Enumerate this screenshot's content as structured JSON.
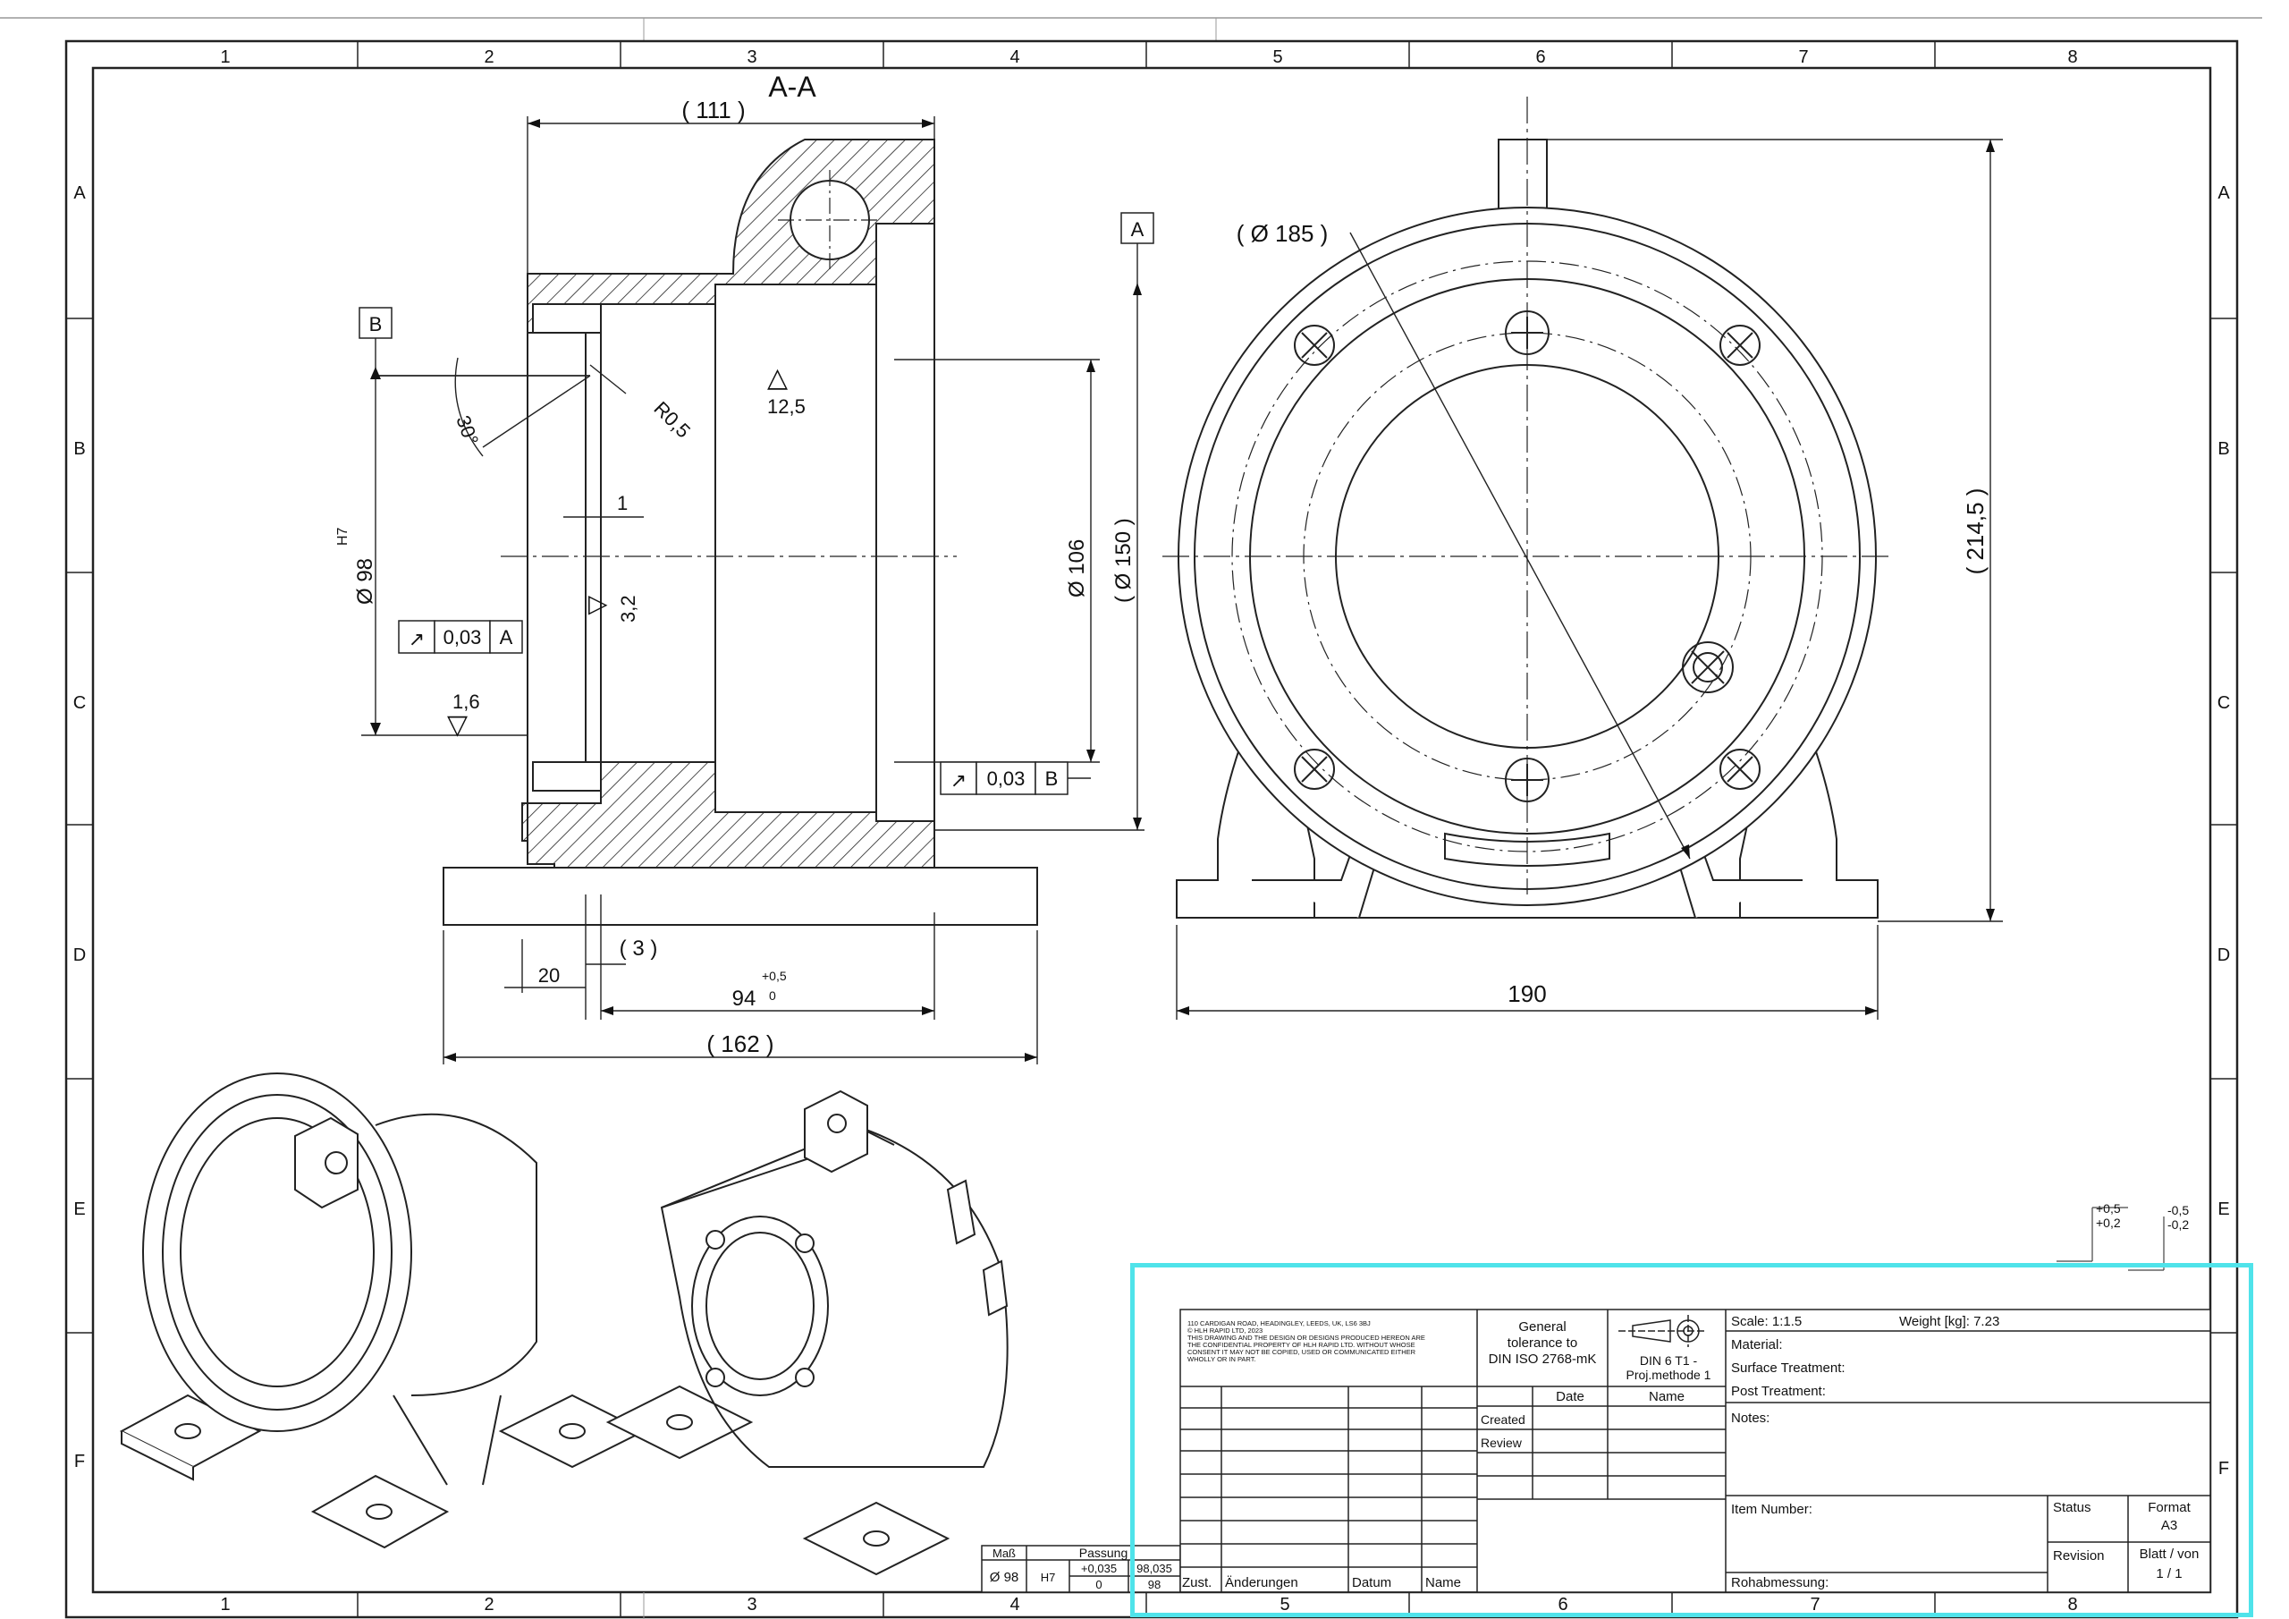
{
  "frame": {
    "columns_top": [
      "1",
      "2",
      "3",
      "4",
      "5",
      "6",
      "7",
      "8"
    ],
    "columns_bottom": [
      "1",
      "2",
      "3",
      "4",
      "5",
      "6",
      "7",
      "8"
    ],
    "rows": [
      "A",
      "B",
      "C",
      "D",
      "E",
      "F"
    ]
  },
  "section_view": {
    "label": "A-A",
    "dims": {
      "len_111": "( 111 )",
      "r05": "R0,5",
      "angle30": "30°",
      "rough125": "12,5",
      "dim1": "1",
      "rough32": "3,2",
      "rough16": "1,6",
      "dia98": "Ø 98",
      "fit_h7": "H7",
      "dia106": "Ø 106",
      "dia150": "( Ø 150 )",
      "dim20": "20",
      "dim3": "( 3 )",
      "dim94": "94",
      "tol_plus": "+0,5",
      "tol_zero": "0",
      "dim162": "( 162 )"
    },
    "datum_a": "A",
    "datum_b": "B",
    "runout_a": {
      "value": "0,03",
      "datum": "A"
    },
    "runout_b": {
      "value": "0,03",
      "datum": "B"
    }
  },
  "front_view": {
    "dia185": "( Ø 185 )",
    "height": "( 214,5 )",
    "width": "190"
  },
  "fit_table": {
    "h1": "Maß",
    "h2": "Passung",
    "dia": "Ø 98",
    "fit": "H7",
    "upper": "+0,035",
    "lower": "0",
    "max": "98,035",
    "min": "98"
  },
  "tolerance_marks": {
    "left_plus": "+0,5",
    "left_plus2": "+0,2",
    "right_minus": "-0,5",
    "right_minus2": "-0,2"
  },
  "title_block": {
    "copyright_lines": [
      "110 CARDIGAN ROAD, HEADINGLEY, LEEDS, UK, LS6 3BJ",
      "© HLH RAPID LTD, 2023",
      "THIS DRAWING AND THE DESIGN OR DESIGNS PRODUCED HEREON ARE",
      "THE CONFIDENTIAL PROPERTY OF HLH RAPID LTD. WITHOUT WHOSE",
      "CONSENT IT MAY NOT BE COPIED, USED OR COMMUNICATED EITHER",
      "WHOLLY OR IN PART."
    ],
    "general_tol": [
      "General",
      "tolerance to",
      "DIN ISO 2768-mK"
    ],
    "proj": [
      "DIN 6  T1 -",
      "Proj.methode 1"
    ],
    "scale": "Scale: 1:1.5",
    "weight": "Weight [kg]: 7.23",
    "material": "Material:",
    "surface": "Surface Treatment:",
    "post": "Post Treatment:",
    "notes": "Notes:",
    "date": "Date",
    "name": "Name",
    "created": "Created",
    "review": "Review",
    "item": "Item Number:",
    "status": "Status",
    "format": "Format",
    "format_val": "A3",
    "revision": "Revision",
    "sheet": "Blatt / von",
    "sheet_val": "1  /  1",
    "rohabmessung": "Rohabmessung:",
    "zust": "Zust.",
    "aenderungen": "Änderungen",
    "datum": "Datum",
    "name2": "Name"
  }
}
